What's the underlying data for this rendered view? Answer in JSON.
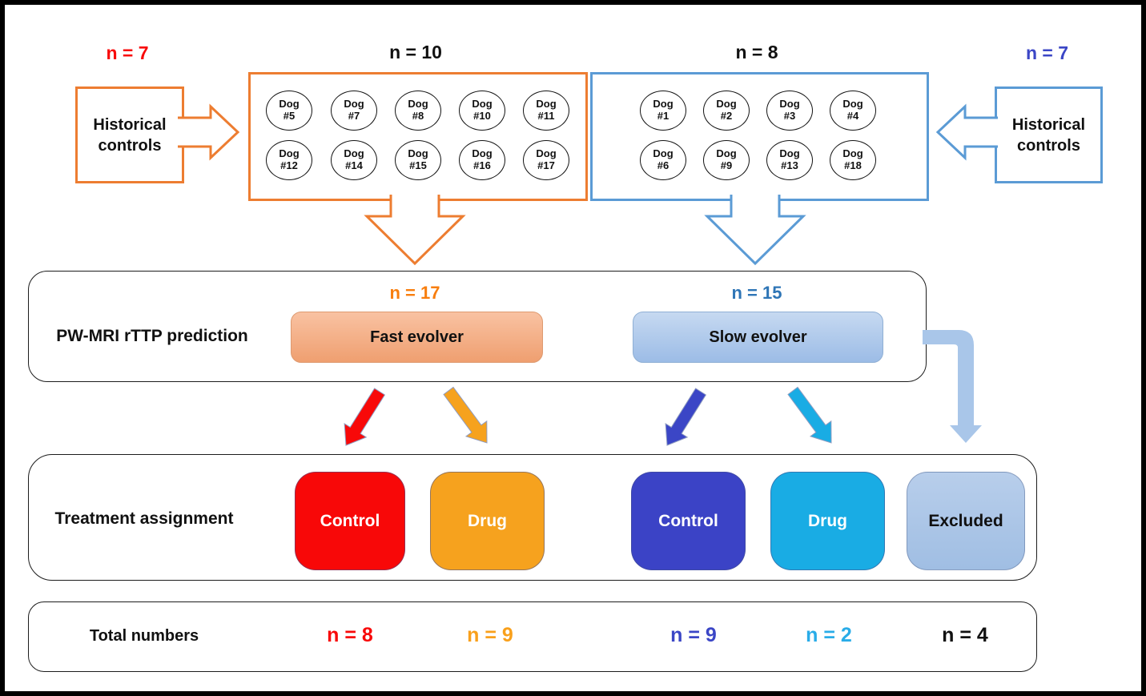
{
  "colors": {
    "orange_stroke": "#ED7D31",
    "blue_stroke": "#5B9BD5",
    "red": "#F80909",
    "orange_box": "#F6A21E",
    "orange_n17": "#F87E0E",
    "medium_blue_n15": "#2E75B6",
    "dark_blue": "#3B46C6",
    "cyan": "#19ACE4",
    "light_blue_fill": "#A9C6E9",
    "fast_fill": "#F2A87E",
    "slow_fill": "#AECBEA"
  },
  "historical_left": {
    "count": "n = 7",
    "label": "Historical controls"
  },
  "historical_right": {
    "count": "n = 7",
    "label": "Historical controls"
  },
  "fast_group": {
    "count": "n = 10",
    "dogs": [
      {
        "l1": "Dog",
        "l2": "#5"
      },
      {
        "l1": "Dog",
        "l2": "#7"
      },
      {
        "l1": "Dog",
        "l2": "#8"
      },
      {
        "l1": "Dog",
        "l2": "#10"
      },
      {
        "l1": "Dog",
        "l2": "#11"
      },
      {
        "l1": "Dog",
        "l2": "#12"
      },
      {
        "l1": "Dog",
        "l2": "#14"
      },
      {
        "l1": "Dog",
        "l2": "#15"
      },
      {
        "l1": "Dog",
        "l2": "#16"
      },
      {
        "l1": "Dog",
        "l2": "#17"
      }
    ]
  },
  "slow_group": {
    "count": "n = 8",
    "dogs": [
      {
        "l1": "Dog",
        "l2": "#1"
      },
      {
        "l1": "Dog",
        "l2": "#2"
      },
      {
        "l1": "Dog",
        "l2": "#3"
      },
      {
        "l1": "Dog",
        "l2": "#4"
      },
      {
        "l1": "Dog",
        "l2": "#6"
      },
      {
        "l1": "Dog",
        "l2": "#9"
      },
      {
        "l1": "Dog",
        "l2": "#13"
      },
      {
        "l1": "Dog",
        "l2": "#18"
      }
    ]
  },
  "prediction": {
    "label": "PW-MRI rTTP prediction",
    "fast": {
      "count": "n = 17",
      "label": "Fast evolver"
    },
    "slow": {
      "count": "n = 15",
      "label": "Slow evolver"
    }
  },
  "treatment": {
    "label": "Treatment assignment",
    "boxes": [
      {
        "label": "Control"
      },
      {
        "label": "Drug"
      },
      {
        "label": "Control"
      },
      {
        "label": "Drug"
      },
      {
        "label": "Excluded"
      }
    ]
  },
  "totals": {
    "label": "Total numbers",
    "values": [
      {
        "text": "n = 8"
      },
      {
        "text": "n = 9"
      },
      {
        "text": "n = 9"
      },
      {
        "text": "n = 2"
      },
      {
        "text": "n = 4"
      }
    ]
  }
}
